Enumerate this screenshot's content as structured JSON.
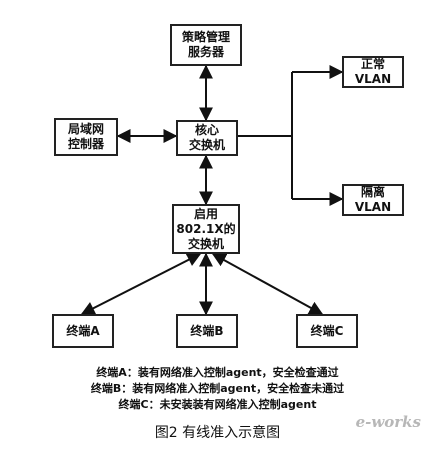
{
  "nodes": {
    "policy_server": [
      "策略管理",
      "服务器"
    ],
    "lan_controller": [
      "局域网",
      "控制器"
    ],
    "core_switch": [
      "核心",
      "交换机"
    ],
    "switch_8021x": [
      "启用",
      "802.1X的",
      "交换机"
    ],
    "normal_vlan": [
      "正常VLAN"
    ],
    "isolated_vlan": [
      "隔离VLAN"
    ],
    "terminal_a": [
      "终端A"
    ],
    "terminal_b": [
      "终端B"
    ],
    "terminal_c": [
      "终端C"
    ]
  },
  "notes": [
    "终端A：装有网络准入控制agent，安全检查通过",
    "终端B：装有网络准入控制agent，安全检查未通过",
    "终端C：未安装装有网络准入控制agent"
  ],
  "caption": "图2 有线准入示意图",
  "watermark": "e-works"
}
